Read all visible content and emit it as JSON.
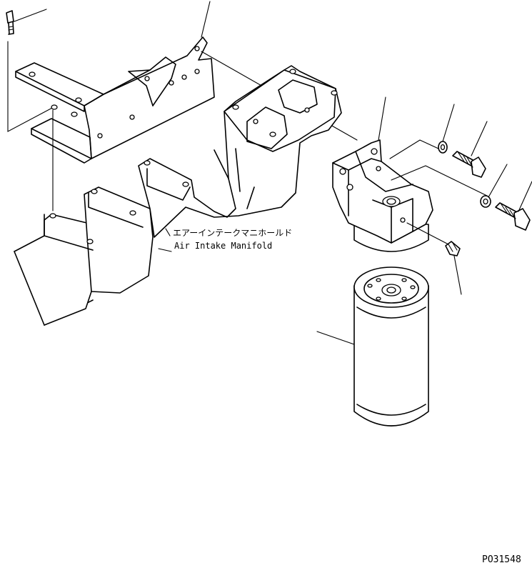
{
  "drawing": {
    "label_jp": "エアーインテークマニホールド",
    "label_en": "Air Intake Manifold",
    "drawing_id": "PO31548"
  },
  "colors": {
    "line": "#000000",
    "background": "#ffffff"
  },
  "parts": [
    {
      "name": "bolt-upper-left-icon"
    },
    {
      "name": "mounting-bracket"
    },
    {
      "name": "air-intake-manifold"
    },
    {
      "name": "filter-head"
    },
    {
      "name": "washer-upper"
    },
    {
      "name": "bolt-upper"
    },
    {
      "name": "washer-lower"
    },
    {
      "name": "bolt-lower"
    },
    {
      "name": "plug"
    },
    {
      "name": "fuel-filter-cartridge"
    }
  ]
}
